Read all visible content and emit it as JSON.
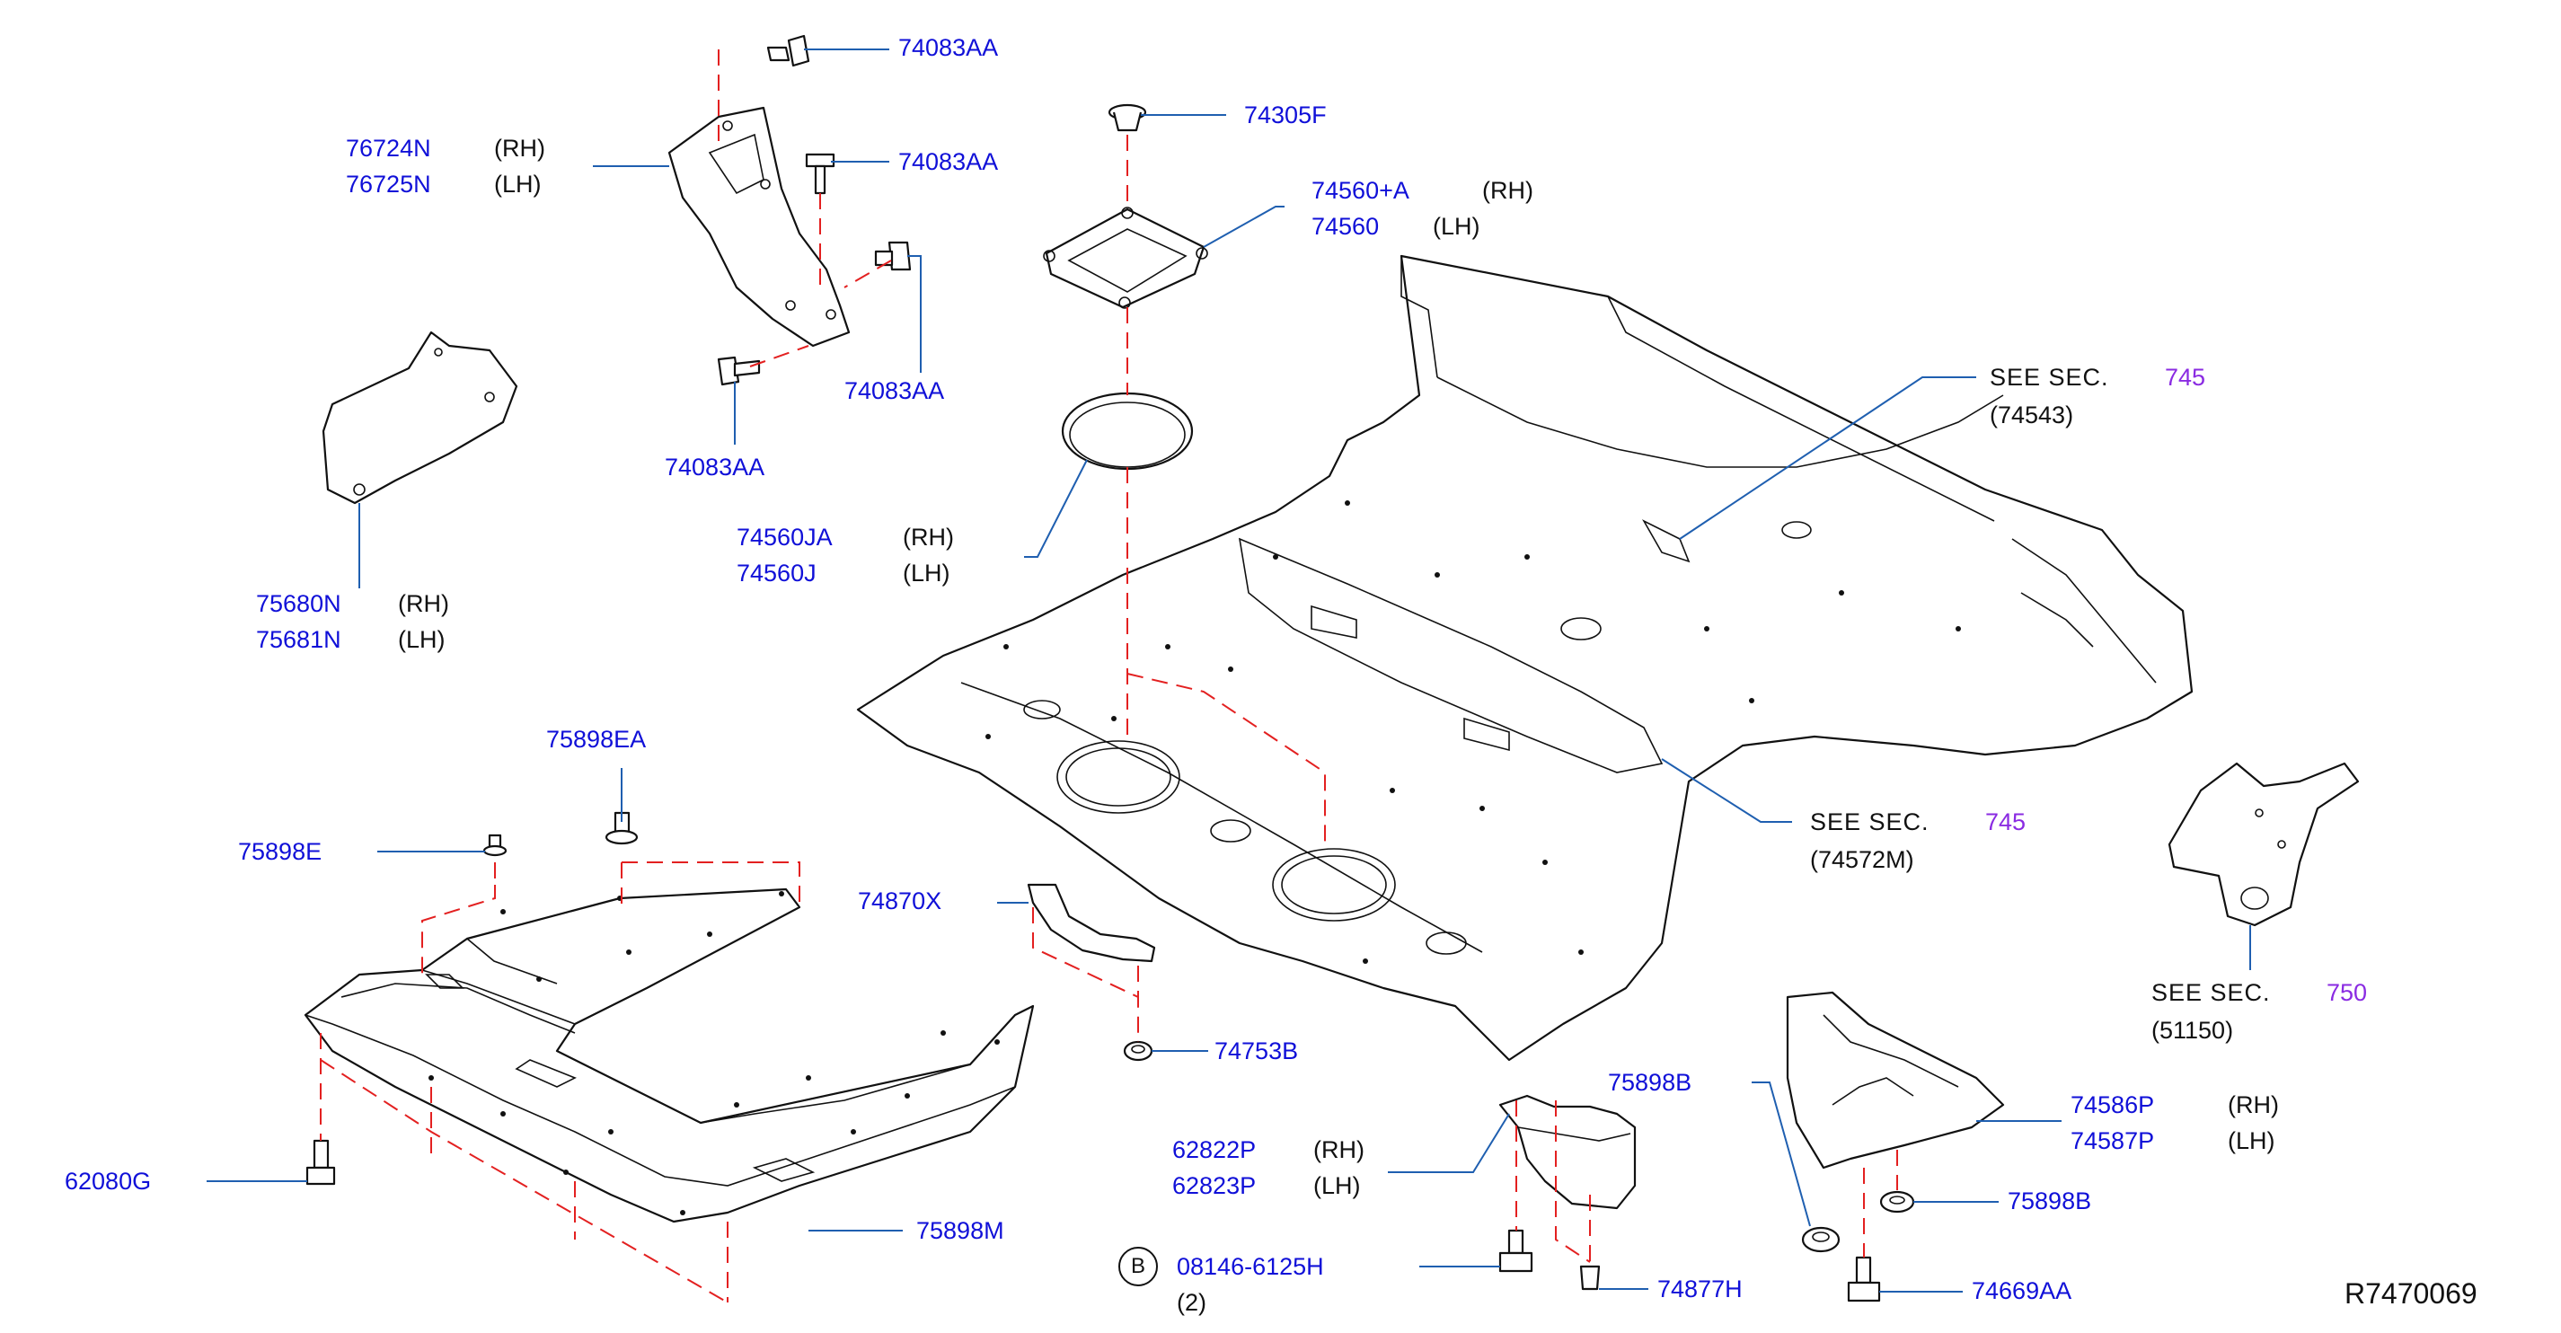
{
  "colors": {
    "part_number": "#1010d8",
    "section": "#8a2be2",
    "leader": "#1f5fb0",
    "dashed": "#e32020",
    "outline": "#111111"
  },
  "callouts": {
    "c74083aa_top": "74083AA",
    "c76724n": "76724N",
    "c76724n_side": "(RH)",
    "c76725n": "76725N",
    "c76725n_side": "(LH)",
    "c74083aa_mid": "74083AA",
    "c74083aa_right": "74083AA",
    "c74083aa_low": "74083AA",
    "c74305f": "74305F",
    "c74560a": "74560+A",
    "c74560a_side": "(RH)",
    "c74560": "74560",
    "c74560_side": "(LH)",
    "c74560ja": "74560JA",
    "c74560ja_side": "(RH)",
    "c74560j": "74560J",
    "c74560j_side": "(LH)",
    "c75680n": "75680N",
    "c75680n_side": "(RH)",
    "c75681n": "75681N",
    "c75681n_side": "(LH)",
    "c75898ea": "75898EA",
    "c75898e": "75898E",
    "c74870x": "74870X",
    "c74753b": "74753B",
    "c62080g": "62080G",
    "c75898m": "75898M",
    "c62822p": "62822P",
    "c62822p_side": "(RH)",
    "c62823p": "62823P",
    "c62823p_side": "(LH)",
    "c75898b_top": "75898B",
    "c75898b_right": "75898B",
    "c74586p": "74586P",
    "c74586p_side": "(RH)",
    "c74587p": "74587P",
    "c74587p_side": "(LH)",
    "c08146": "08146-6125H",
    "c08146_qty": "(2)",
    "c08146_marker": "B",
    "c74877h": "74877H",
    "c74669aa": "74669AA"
  },
  "references": [
    {
      "see": "SEE  SEC.",
      "section": "745",
      "ref": "(74543)"
    },
    {
      "see": "SEE  SEC.",
      "section": "745",
      "ref": "(74572M)"
    },
    {
      "see": "SEE  SEC.",
      "section": "750",
      "ref": "(51150)"
    }
  ],
  "diagram_code": "R7470069"
}
